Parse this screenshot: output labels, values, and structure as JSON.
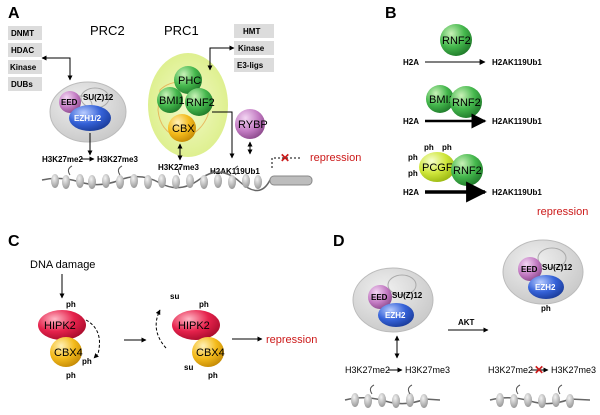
{
  "panels": {
    "a": {
      "letter": "A",
      "prc2_title": "PRC2",
      "prc1_title": "PRC1",
      "prc2_boxes": [
        "DNMT",
        "HDAC",
        "Kinase",
        "DUBs"
      ],
      "prc1_boxes": [
        "HMT",
        "Kinase",
        "E3-ligs"
      ],
      "prc2_subunits": {
        "eed": "EED",
        "suz12": "SU(Z)12",
        "ezh": "EZH1/2"
      },
      "prc1_subunits": {
        "phc": "PHC",
        "bmi1": "BMI1",
        "rnf2": "RNF2",
        "cbx": "CBX"
      },
      "rybp": "RYBP",
      "h3k27me2": "H3K27me2",
      "h3k27me3_a": "H3K27me3",
      "h3k27me3_b": "H3K27me3",
      "h2ak119ub1": "H2AK119Ub1",
      "repression": "repression"
    },
    "b": {
      "letter": "B",
      "rows": [
        {
          "substrate": "H2A",
          "product": "H2AK119Ub1",
          "proteins": [
            "RNF2"
          ]
        },
        {
          "substrate": "H2A",
          "product": "H2AK119Ub1",
          "proteins": [
            "BMI1",
            "RNF2"
          ]
        },
        {
          "substrate": "H2A",
          "product": "H2AK119Ub1",
          "proteins": [
            "PCGF2",
            "RNF2"
          ]
        }
      ],
      "ph": "ph",
      "repression": "repression"
    },
    "c": {
      "letter": "C",
      "dna_damage": "DNA damage",
      "hipk2": "HIPK2",
      "cbx4": "CBX4",
      "ph": "ph",
      "su": "su",
      "repression": "repression"
    },
    "d": {
      "letter": "D",
      "eed": "EED",
      "suz12": "SU(Z)12",
      "ezh2": "EZH2",
      "akt": "AKT",
      "ph": "ph",
      "h3k27me2": "H3K27me2",
      "h3k27me3": "H3K27me3"
    }
  },
  "colors": {
    "eed": "#c070c0",
    "ezh": "#2f5fd0",
    "green": "#3aa845",
    "cbx": "#f2b81a",
    "rybp": "#b070c0",
    "pcgf2": "#cde83a",
    "hipk2": "#e8204a",
    "halo": "#e7f2a0",
    "red": "#cc1a1a",
    "complex_bg": "#d6d6d6"
  }
}
